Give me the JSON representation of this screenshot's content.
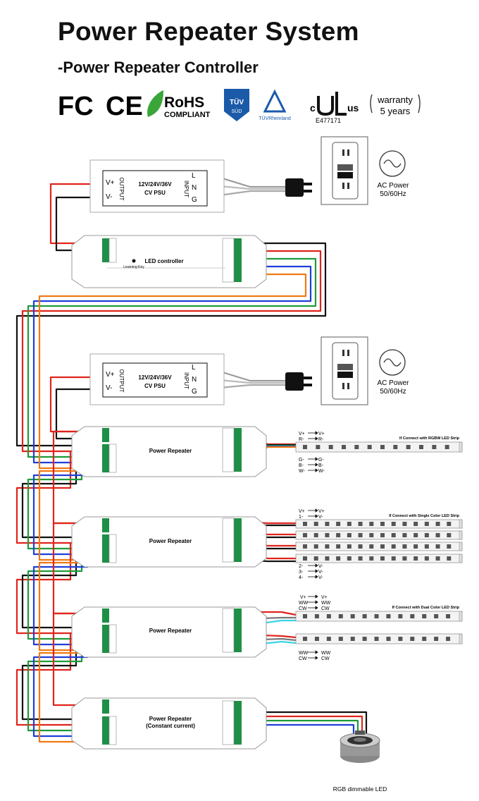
{
  "header": {
    "title": "Power Repeater System",
    "subtitle": "-Power Repeater Controller"
  },
  "certifications": {
    "fcc": "FC",
    "ce": "CE",
    "rohs": "RoHS",
    "rohs_sub": "COMPLIANT",
    "tuv_sud": "TÜV",
    "tuv_sud_sub": "SÜD",
    "tuv_rheinland": "TÜVRheinland",
    "ul_c": "c",
    "ul_us": "us",
    "ul_number": "E477171",
    "warranty_line1": "warranty",
    "warranty_line2": "5 years"
  },
  "psu": {
    "label_line1": "12V/24V/36V",
    "label_line2": "CV PSU",
    "output": "OUTPUT",
    "input": "INPUT",
    "vplus": "V+",
    "vminus": "V-",
    "l": "L",
    "n": "N",
    "g": "G"
  },
  "ac_power": {
    "line1": "AC Power",
    "line2": "50/60Hz"
  },
  "controller": {
    "name": "LED controller",
    "learning_key": "Learning Key"
  },
  "repeaters": [
    {
      "name": "Power Repeater"
    },
    {
      "name": "Power Repeater"
    },
    {
      "name": "Power Repeater"
    },
    {
      "name": "Power Repeater",
      "name_line2": "(Constant current)"
    }
  ],
  "strips": {
    "rgbw_title": "If Connect with RGBW LED Strip",
    "single_title": "If Connect with Single Color LED Strip",
    "dual_title": "If Connect with Dual Color LED Strip"
  },
  "rgbw_map": {
    "top": [
      [
        "V+",
        "V+"
      ],
      [
        "R-",
        "R-"
      ]
    ],
    "bottom": [
      [
        "G-",
        "G-"
      ],
      [
        "B-",
        "B-"
      ],
      [
        "W-",
        "W-"
      ]
    ]
  },
  "single_map": {
    "top": [
      [
        "V+",
        "V+"
      ],
      [
        "1-",
        "V-"
      ]
    ],
    "bottom": [
      [
        "2-",
        "V-"
      ],
      [
        "3-",
        "V-"
      ],
      [
        "4-",
        "V-"
      ]
    ]
  },
  "dual_map": {
    "top": [
      [
        "V+",
        "V+"
      ],
      [
        "WW",
        "WW"
      ],
      [
        "CW",
        "CW"
      ]
    ],
    "bottom": [
      [
        "WW",
        "WW"
      ],
      [
        "CW",
        "CW"
      ]
    ]
  },
  "rgb_led_label": "RGB dimmable LED",
  "colors": {
    "red": "#e0241b",
    "black": "#111111",
    "green": "#1e9b3a",
    "blue": "#1f3fd8",
    "orange": "#f07a14",
    "gray": "#8a8a8a",
    "terminal": "#1e8f46"
  }
}
